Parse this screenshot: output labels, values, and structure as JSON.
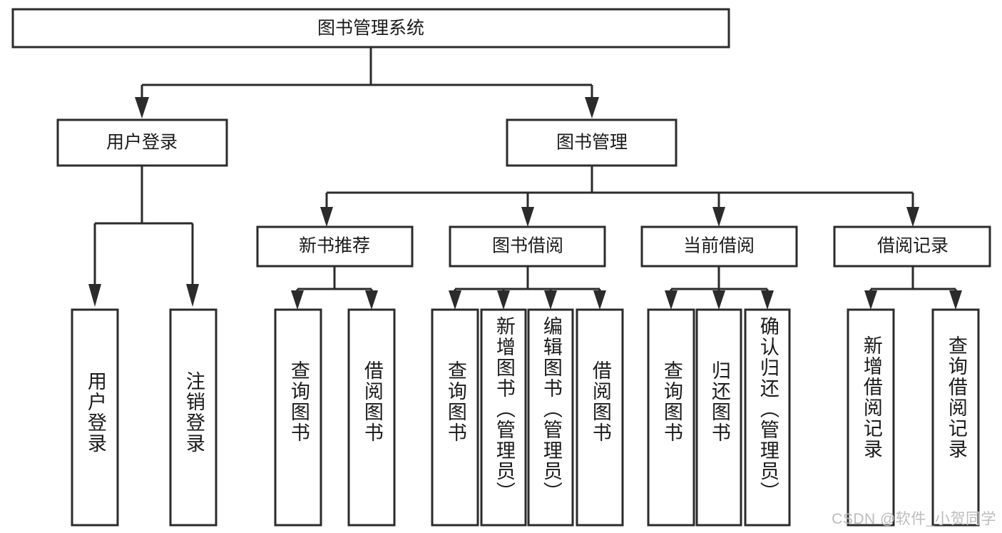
{
  "diagram": {
    "title": "图书管理系统",
    "type": "tree-hierarchy",
    "root": {
      "label": "图书管理系统"
    },
    "level2": [
      {
        "label": "用户登录"
      },
      {
        "label": "图书管理"
      }
    ],
    "level3": [
      {
        "label": "新书推荐"
      },
      {
        "label": "图书借阅"
      },
      {
        "label": "当前借阅"
      },
      {
        "label": "借阅记录"
      }
    ],
    "leaves": {
      "user_login": [
        {
          "label": "用户登录"
        },
        {
          "label": "注销登录"
        }
      ],
      "new_book_recommend": [
        {
          "label": "查询图书"
        },
        {
          "label": "借阅图书"
        }
      ],
      "book_borrow": [
        {
          "label": "查询图书"
        },
        {
          "label": "新增图书（管理员）"
        },
        {
          "label": "编辑图书（管理员）"
        },
        {
          "label": "借阅图书"
        }
      ],
      "current_borrow": [
        {
          "label": "查询图书"
        },
        {
          "label": "归还图书"
        },
        {
          "label": "确认归还（管理员）"
        }
      ],
      "borrow_record": [
        {
          "label": "新增借阅记录"
        },
        {
          "label": "查询借阅记录"
        }
      ]
    }
  },
  "watermark": {
    "text": "CSDN @软件_小贺同学"
  },
  "colors": {
    "stroke": "#2b2b2b",
    "box_fill": "#ffffff",
    "text": "#1a1a1a",
    "watermark": "#bcbcbc",
    "background": "#ffffff"
  }
}
